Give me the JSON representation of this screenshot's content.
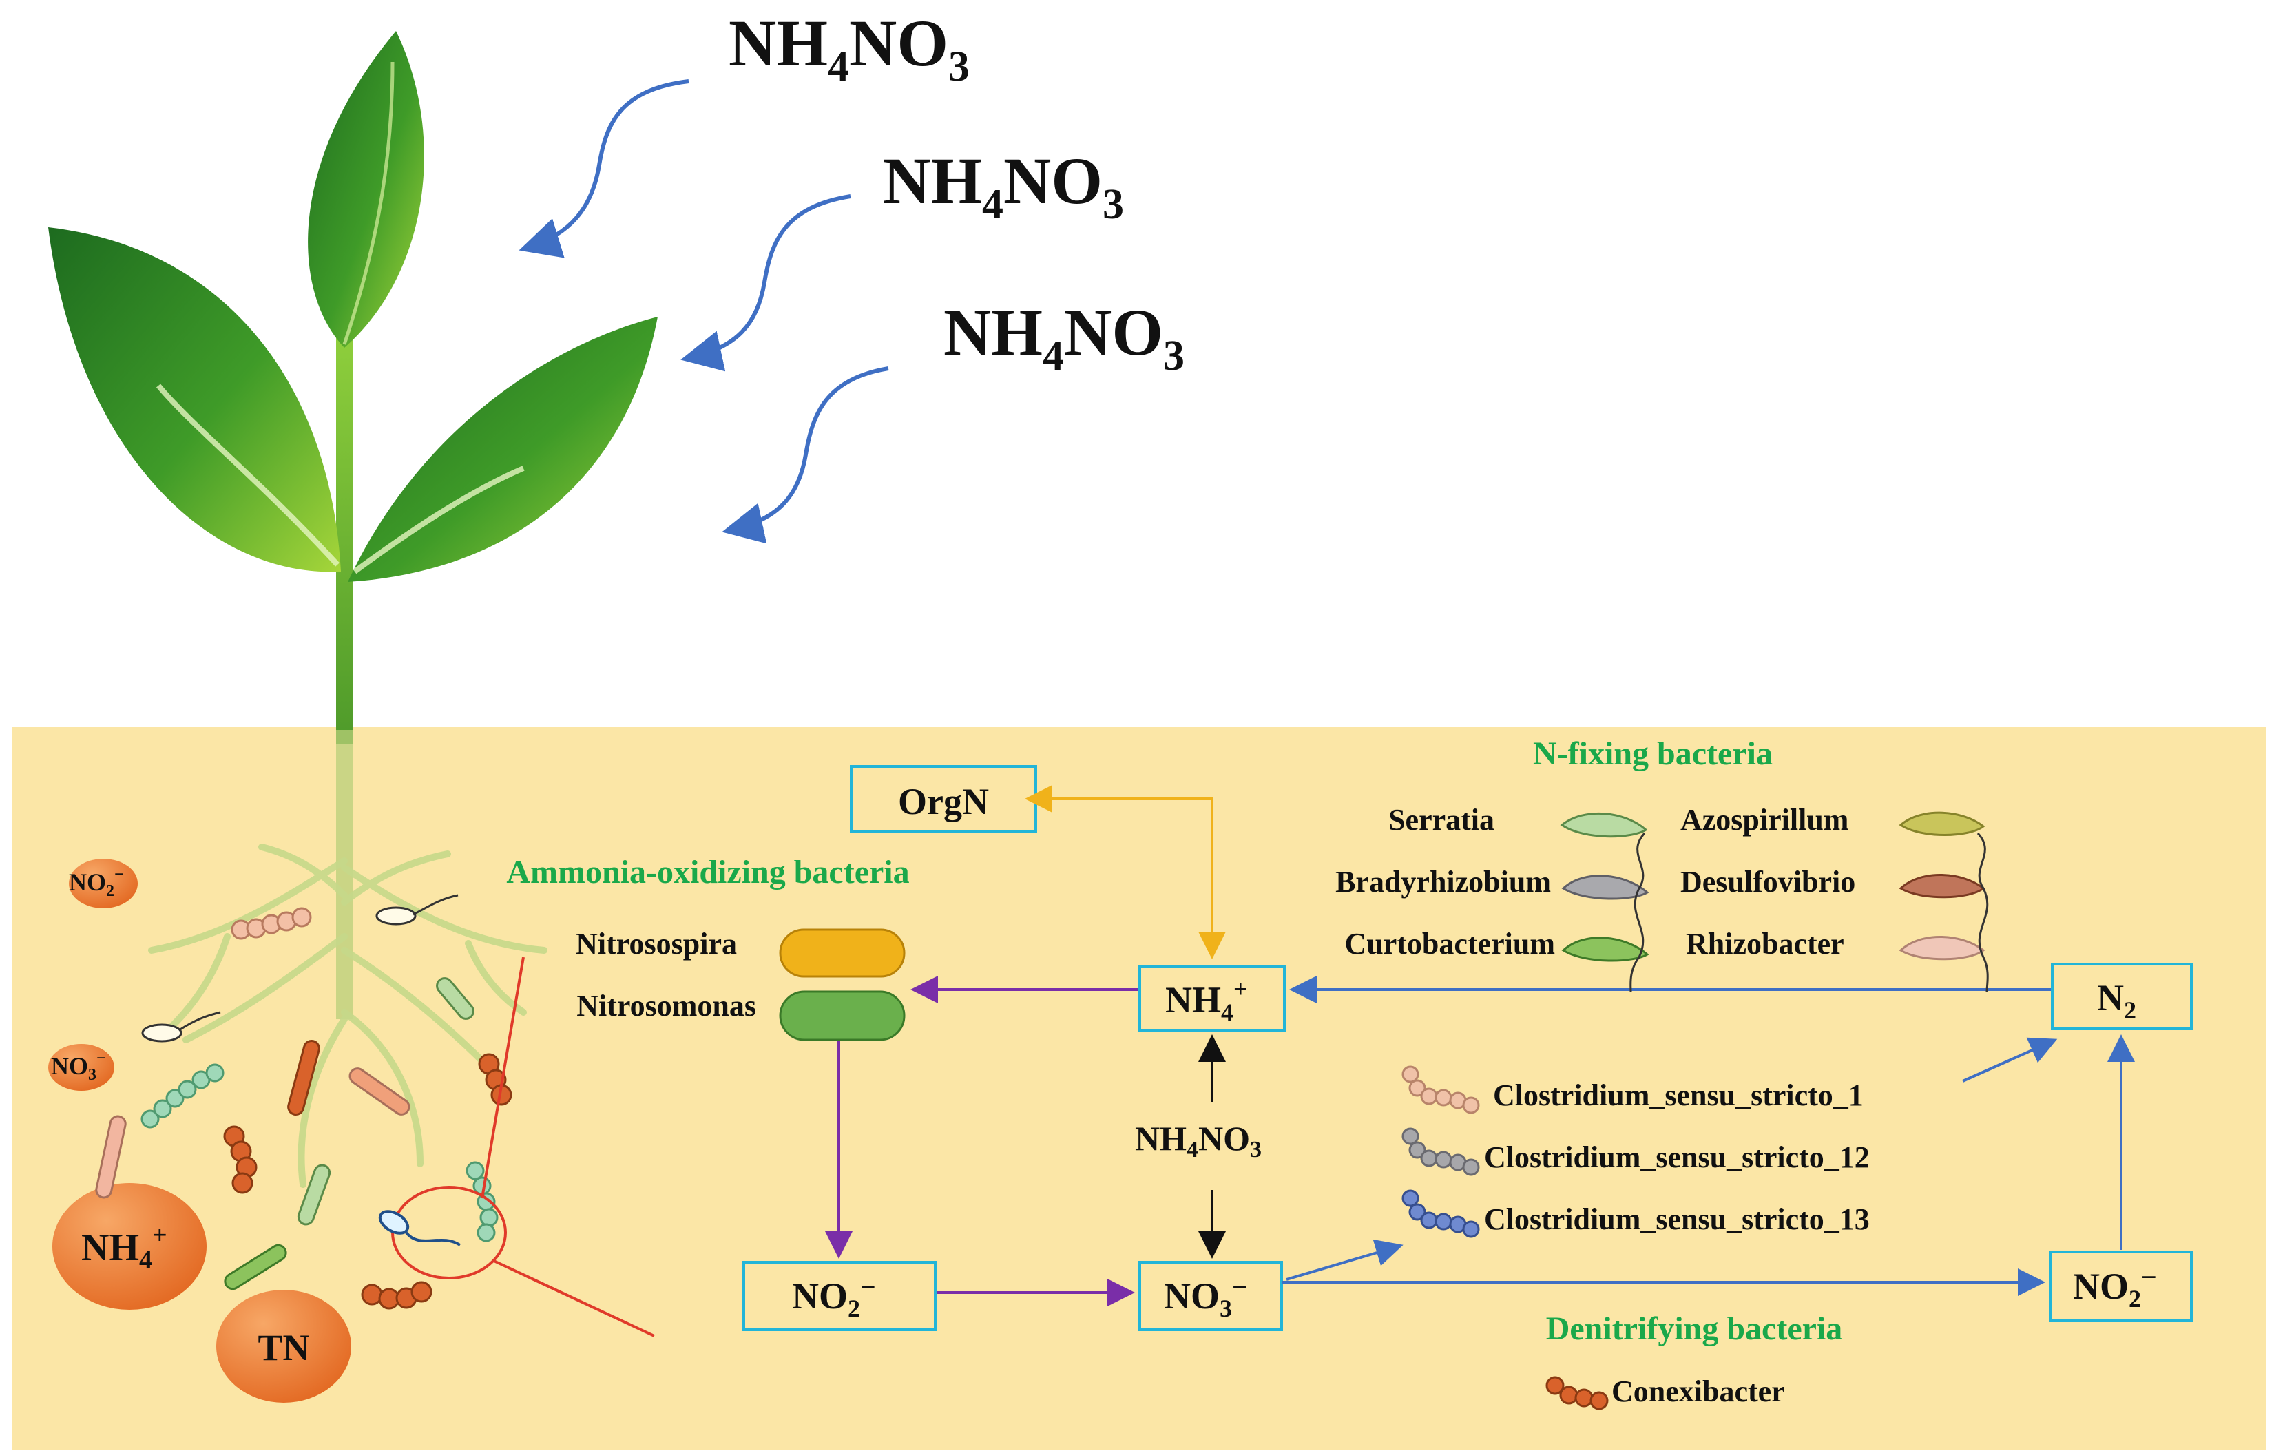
{
  "fertilizer": [
    {
      "main": "NH",
      "sub": "4",
      "tail": "NO",
      "sub2": "3"
    },
    {
      "main": "NH",
      "sub": "4",
      "tail": "NO",
      "sub2": "3"
    },
    {
      "main": "NH",
      "sub": "4",
      "tail": "NO",
      "sub2": "3"
    }
  ],
  "soil_nodes": {
    "no2": {
      "main": "NO",
      "sub": "2",
      "sup": "−"
    },
    "no3": {
      "main": "NO",
      "sub": "3",
      "sup": "−"
    },
    "nh4": {
      "main": "NH",
      "sub": "4",
      "sup": "+"
    },
    "tn": "TN"
  },
  "boxes": {
    "orgn": "OrgN",
    "nh4": {
      "main": "NH",
      "sub": "4",
      "sup": "+"
    },
    "n2": {
      "main": "N",
      "sub": "2"
    },
    "no2_left": {
      "main": "NO",
      "sub": "2",
      "sup": "−"
    },
    "no3": {
      "main": "NO",
      "sub": "3",
      "sup": "−"
    },
    "no2_right": {
      "main": "NO",
      "sub": "2",
      "sup": "−"
    }
  },
  "mid_label": {
    "main": "NH",
    "sub": "4",
    "tail": "NO",
    "sub2": "3"
  },
  "groups": {
    "n_fixing": "N-fixing bacteria",
    "ammonia_oxidizing": "Ammonia-oxidizing bacteria",
    "denitrifying": "Denitrifying bacteria"
  },
  "n_fixing_taxa": [
    {
      "name": "Serratia",
      "color": "#b9dba3"
    },
    {
      "name": "Bradyrhizobium",
      "color": "#a9a9ad"
    },
    {
      "name": "Curtobacterium",
      "color": "#8cc35d"
    },
    {
      "name": "Azospirillum",
      "color": "#c9c55b"
    },
    {
      "name": "Desulfovibrio",
      "color": "#c0755a"
    },
    {
      "name": "Rhizobacter",
      "color": "#f0c7b8"
    }
  ],
  "aob_taxa": [
    {
      "name": "Nitrosospira",
      "color": "#f0b21a"
    },
    {
      "name": "Nitrosomonas",
      "color": "#6ab04c"
    }
  ],
  "clostridium_taxa": [
    {
      "name": "Clostridium_sensu_stricto_1",
      "color": "#f0c2a8"
    },
    {
      "name": "Clostridium_sensu_stricto_12",
      "color": "#a7a7aa"
    },
    {
      "name": "Clostridium_sensu_stricto_13",
      "color": "#6f8ad0"
    }
  ],
  "denitrifier": {
    "name": "Conexibacter",
    "color": "#d9622b"
  },
  "colors": {
    "soil": "#fbe6a6",
    "box_stroke": "#22b5d8",
    "group_text": "#1aa84a",
    "arrow_blue": "#3f6fc4",
    "arrow_purple": "#7a2ea8",
    "arrow_gold": "#f0b21a",
    "nutrient": "#ee7a2c"
  }
}
